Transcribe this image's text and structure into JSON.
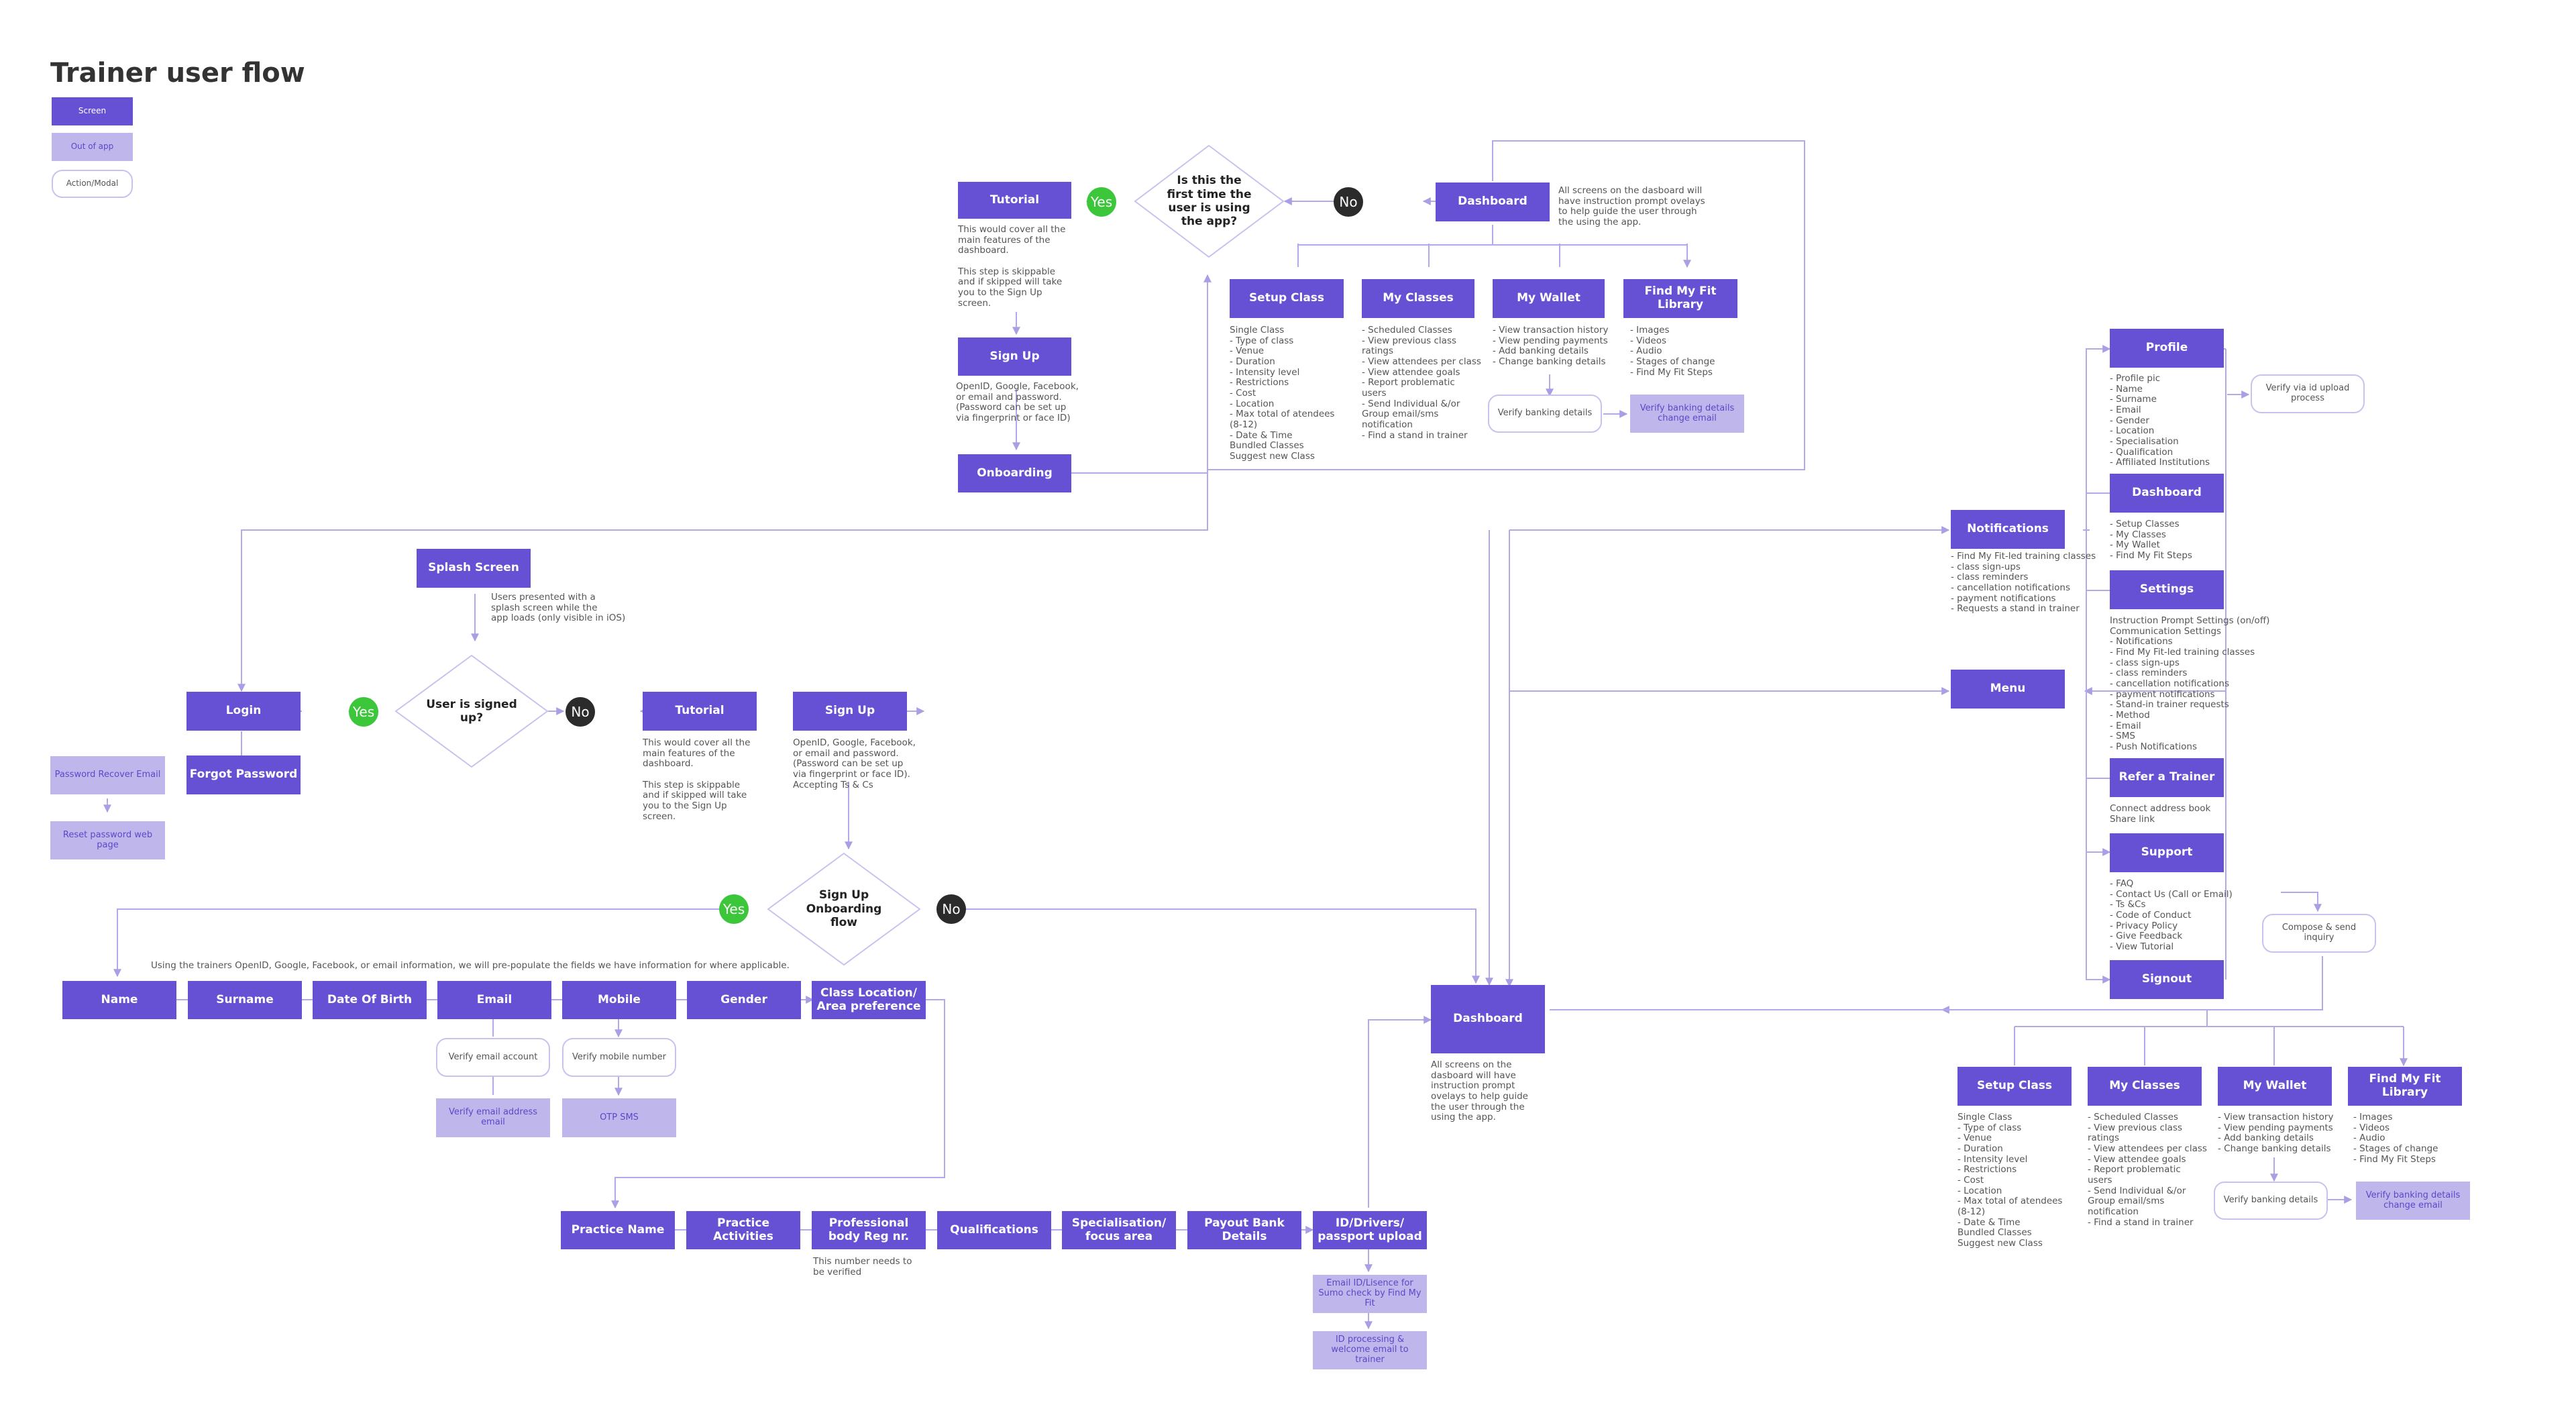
{
  "title": "Trainer user flow",
  "legend": {
    "screen": "Screen",
    "out_of_app": "Out of app",
    "action_modal": "Action/Modal"
  },
  "decisions": {
    "first_time": "Is this the first time the user is using the app?",
    "signed_up": "User is signed up?",
    "onboarding": "Sign Up Onboarding flow"
  },
  "answers": {
    "yes": "Yes",
    "no": "No"
  },
  "screens": {
    "tutorial_top": "Tutorial",
    "signup_top": "Sign Up",
    "onboarding_top": "Onboarding",
    "dashboard_top": "Dashboard",
    "setup_class_top": "Setup Class",
    "my_classes_top": "My Classes",
    "my_wallet_top": "My Wallet",
    "library_top": "Find My Fit Library",
    "splash": "Splash Screen",
    "login": "Login",
    "forgot_password": "Forgot Password",
    "tutorial_mid": "Tutorial",
    "signup_mid": "Sign Up",
    "name": "Name",
    "surname": "Surname",
    "dob": "Date Of Birth",
    "email": "Email",
    "mobile": "Mobile",
    "gender": "Gender",
    "class_location": "Class Location/ Area preference",
    "practice_name": "Practice Name",
    "practice_activities": "Practice Activities",
    "professional_body": "Professional body Reg nr.",
    "qualifications": "Qualifications",
    "specialisation": "Specialisation/ focus area",
    "payout": "Payout Bank Details",
    "id_upload": "ID/Drivers/ passport upload",
    "dashboard_bottom": "Dashboard",
    "notifications": "Notifications",
    "menu": "Menu",
    "profile": "Profile",
    "dashboard_menu": "Dashboard",
    "settings": "Settings",
    "refer": "Refer a Trainer",
    "support": "Support",
    "signout": "Signout",
    "setup_class_bottom": "Setup Class",
    "my_classes_bottom": "My Classes",
    "my_wallet_bottom": "My Wallet",
    "library_bottom": "Find My Fit Library"
  },
  "out_of_app": {
    "password_recover": "Password Recover Email",
    "reset_password": "Reset password web page",
    "verify_email_address": "Verify email address email",
    "otp_sms": "OTP SMS",
    "verify_banking_top": "Verify banking details change email",
    "verify_banking_bottom": "Verify banking details change email",
    "email_id": "Email ID/Lisence for Sumo check by Find My Fit",
    "id_processing": "ID processing & welcome email to trainer"
  },
  "actions": {
    "verify_email_account": "Verify email account",
    "verify_mobile": "Verify mobile number",
    "verify_banking_top": "Verify banking details",
    "verify_banking_bottom": "Verify banking details",
    "verify_id_upload": "Verify via id upload process",
    "compose": "Compose & send inquiry"
  },
  "notes": {
    "tutorial_top": "This would cover all the\nmain features of the\ndashboard.\n\nThis step is skippable\nand if skipped will take\nyou to the Sign Up\nscreen.",
    "signup_top": "OpenID, Google, Facebook,\nor email and password.\n(Password can be set up\nvia fingerprint or face ID)",
    "dashboard_top": "All screens on the dasboard will\nhave instruction prompt ovelays\nto  help guide the user through\nthe using the app.",
    "setup_class_top": "Single Class\n  - Type of class\n  - Venue\n  - Duration\n  - Intensity level\n  - Restrictions\n  - Cost\n  - Location\n  - Max total of atendees\n    (8-12)\n  - Date & Time\nBundled Classes\nSuggest new Class",
    "my_classes_top": "- Scheduled Classes\n- View previous class\n  ratings\n- View attendees per class\n  - View attendee goals\n  - Report problematic\n    users\n  - Send Individual &/or\n    Group email/sms\n    notification\n- Find a stand in trainer",
    "my_wallet_top": "- View transaction history\n- View pending payments\n- Add banking details\n- Change banking details",
    "library_top": "- Images\n- Videos\n- Audio\n- Stages of change\n- Find My Fit Steps",
    "splash": "Users presented with a\nsplash screen while the\napp loads (only visible in iOS)",
    "tutorial_mid": "This would cover all the\nmain features of the\ndashboard.\n\nThis step is skippable\nand if skipped will take\nyou to the Sign Up\nscreen.",
    "signup_mid": "OpenID, Google, Facebook,\nor email and password.\n(Password can be set up\nvia fingerprint or face ID).\nAccepting Ts & Cs",
    "prepopulate": "Using the trainers OpenID, Google, Facebook, or email information, we will pre-populate the fields we have information for where applicable.",
    "professional_body": "This number needs to\nbe verified",
    "dashboard_bottom": "All screens on the\ndasboard will have\ninstruction prompt\novelays to  help guide\nthe user through the\nusing the app.",
    "notifications": "- Find My Fit-led training classes\n- class sign-ups\n- class reminders\n- cancellation notifications\n- payment notifications\n- Requests a stand in trainer",
    "profile": "- Profile pic\n- Name\n- Surname\n- Email\n- Gender\n- Location\n- Specialisation\n- Qualification\n- Affiliated Institutions",
    "dashboard_menu": "- Setup Classes\n- My Classes\n- My Wallet\n- Find My Fit Steps",
    "settings": "Instruction Prompt Settings (on/off)\nCommunication Settings\n  - Notifications\n    - Find My Fit-led training classes\n    - class sign-ups\n    - class reminders\n    - cancellation notifications\n    - payment notifications\n    - Stand-in trainer requests\n  - Method\n    - Email\n    - SMS\n    - Push Notifications",
    "refer": "Connect address book\nShare link",
    "support": "- FAQ\n- Contact Us (Call or Email)\n- Ts &Cs\n- Code of Conduct\n- Privacy Policy\n- Give Feedback\n- View Tutorial",
    "setup_class_bottom": "Single Class\n  - Type of class\n  - Venue\n  - Duration\n  - Intensity level\n  - Restrictions\n  - Cost\n  - Location\n  - Max total of atendees\n    (8-12)\n  - Date & Time\nBundled Classes\nSuggest new Class",
    "my_classes_bottom": "- Scheduled Classes\n- View previous class\n  ratings\n- View attendees per class\n  - View attendee goals\n  - Report problematic\n    users\n  - Send Individual &/or\n    Group email/sms\n    notification\n- Find a stand in trainer",
    "my_wallet_bottom": "- View transaction history\n- View pending payments\n- Add banking details\n- Change banking details",
    "library_bottom": "- Images\n- Videos\n- Audio\n- Stages of change\n- Find My Fit Steps"
  },
  "colors": {
    "screen": "#6651d4",
    "out_of_app": "#bfb6ec",
    "action_border": "#c9c2ee",
    "connector": "#b3a9ea",
    "yes": "#3cc63a",
    "no": "#2b2b2b"
  }
}
